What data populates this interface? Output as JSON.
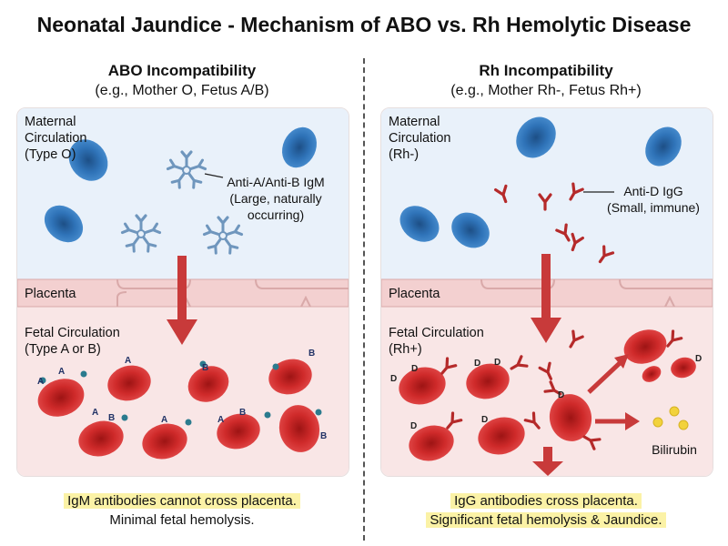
{
  "title": "Neonatal Jaundice - Mechanism of ABO vs. Rh Hemolytic Disease",
  "colors": {
    "maternal_bg": "#e9f1fa",
    "fetal_bg": "#f9e6e6",
    "placenta": "#f3d0d0",
    "maternal_rbc": "#2f73b8",
    "fetal_rbc": "#cf2a2a",
    "igm": "#6f96bd",
    "igg": "#b52a2a",
    "arrow": "#c83a3a",
    "bilirubin": "#f2d23c",
    "highlight": "#fbf2a6"
  },
  "abo": {
    "heading": "ABO Incompatibility",
    "subheading": "(e.g., Mother O, Fetus A/B)",
    "maternal_label": [
      "Maternal",
      "Circulation",
      "(Type O)"
    ],
    "placenta_label": "Placenta",
    "fetal_label": [
      "Fetal Circulation",
      "(Type A or B)"
    ],
    "antibody_label": [
      "Anti-A/Anti-B IgM",
      "(Large, naturally",
      "occurring)"
    ],
    "antigen_a": "A",
    "antigen_b": "B",
    "caption_line1": "IgM antibodies cannot cross placenta.",
    "caption_line2": "Minimal fetal hemolysis."
  },
  "rh": {
    "heading": "Rh Incompatibility",
    "subheading": "(e.g., Mother Rh-, Fetus Rh+)",
    "maternal_label": [
      "Maternal",
      "Circulation",
      "(Rh-)"
    ],
    "placenta_label": "Placenta",
    "fetal_label": [
      "Fetal Circulation",
      "(Rh+)"
    ],
    "antibody_label": [
      "Anti-D IgG",
      "(Small, immune)"
    ],
    "antigen_d": "D",
    "bilirubin_label": "Bilirubin",
    "caption_line1": "IgG antibodies cross placenta.",
    "caption_line2": "Significant fetal hemolysis & Jaundice."
  }
}
